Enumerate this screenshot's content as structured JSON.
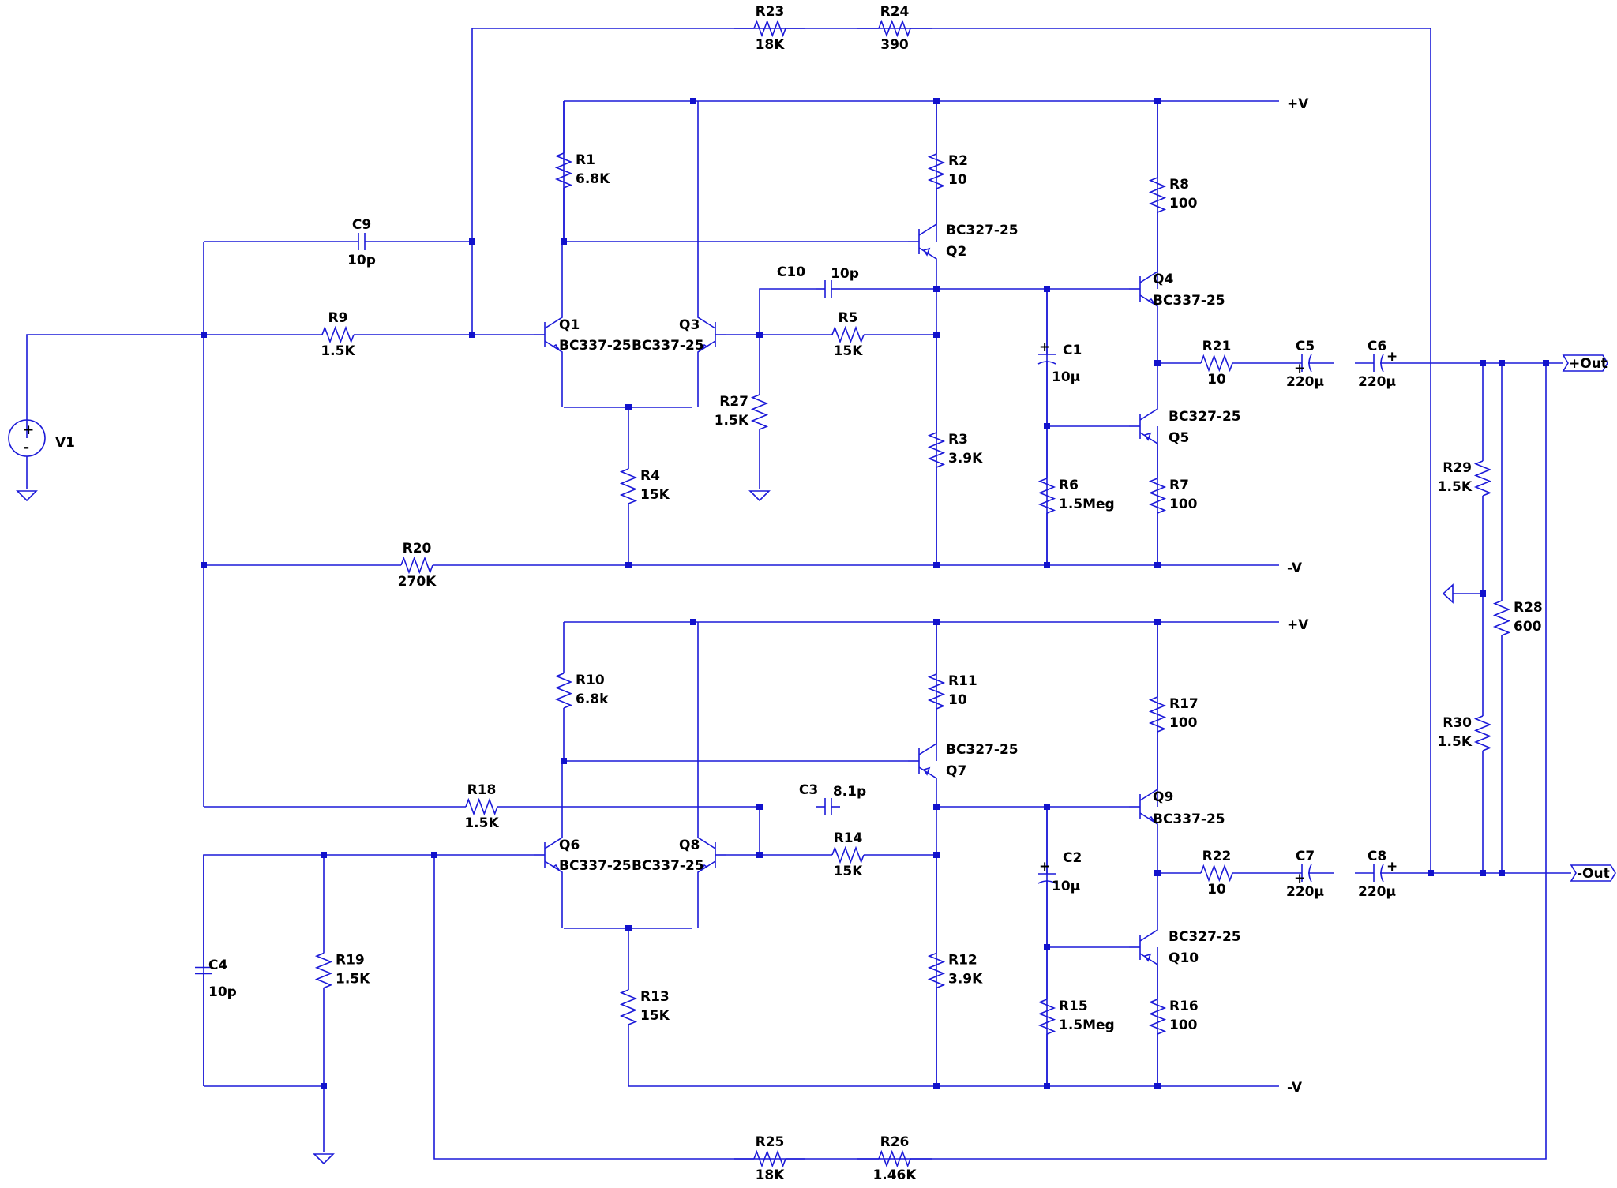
{
  "colors": {
    "wire": "#1c1ad8",
    "junction": "#1212cc",
    "label": "#000000",
    "background": "#ffffff"
  },
  "components": {
    "V1": {
      "ref": "V1"
    },
    "C9": {
      "ref": "C9",
      "value": "10p"
    },
    "R9": {
      "ref": "R9",
      "value": "1.5K"
    },
    "R20": {
      "ref": "R20",
      "value": "270K"
    },
    "R23": {
      "ref": "R23",
      "value": "18K"
    },
    "R24": {
      "ref": "R24",
      "value": "390"
    },
    "R1": {
      "ref": "R1",
      "value": "6.8K"
    },
    "R2": {
      "ref": "R2",
      "value": "10"
    },
    "R3": {
      "ref": "R3",
      "value": "3.9K"
    },
    "R4": {
      "ref": "R4",
      "value": "15K"
    },
    "R5": {
      "ref": "R5",
      "value": "15K"
    },
    "R6": {
      "ref": "R6",
      "value": "1.5Meg"
    },
    "R7": {
      "ref": "R7",
      "value": "100"
    },
    "R8": {
      "ref": "R8",
      "value": "100"
    },
    "R27": {
      "ref": "R27",
      "value": "1.5K"
    },
    "R21": {
      "ref": "R21",
      "value": "10"
    },
    "C10": {
      "ref": "C10",
      "value": "10p"
    },
    "C1": {
      "ref": "C1",
      "value": "10µ"
    },
    "C5": {
      "ref": "C5",
      "value": "220µ"
    },
    "C6": {
      "ref": "C6",
      "value": "220µ"
    },
    "Q1": {
      "ref": "Q1",
      "value": "BC337-25"
    },
    "Q2": {
      "ref": "Q2",
      "value": "BC327-25"
    },
    "Q3": {
      "ref": "Q3",
      "value": "BC337-25"
    },
    "Q4": {
      "ref": "Q4",
      "value": "BC337-25"
    },
    "Q5": {
      "ref": "Q5",
      "value": "BC327-25"
    },
    "R10": {
      "ref": "R10",
      "value": "6.8k"
    },
    "R11": {
      "ref": "R11",
      "value": "10"
    },
    "R12": {
      "ref": "R12",
      "value": "3.9K"
    },
    "R13": {
      "ref": "R13",
      "value": "15K"
    },
    "R14": {
      "ref": "R14",
      "value": "15K"
    },
    "R15": {
      "ref": "R15",
      "value": "1.5Meg"
    },
    "R16": {
      "ref": "R16",
      "value": "100"
    },
    "R17": {
      "ref": "R17",
      "value": "100"
    },
    "R18": {
      "ref": "R18",
      "value": "1.5K"
    },
    "R19": {
      "ref": "R19",
      "value": "1.5K"
    },
    "R22": {
      "ref": "R22",
      "value": "10"
    },
    "R25": {
      "ref": "R25",
      "value": "18K"
    },
    "R26": {
      "ref": "R26",
      "value": "1.46K"
    },
    "R28": {
      "ref": "R28",
      "value": "600"
    },
    "R29": {
      "ref": "R29",
      "value": "1.5K"
    },
    "R30": {
      "ref": "R30",
      "value": "1.5K"
    },
    "C2": {
      "ref": "C2",
      "value": "10µ"
    },
    "C3": {
      "ref": "C3",
      "value": "8.1p"
    },
    "C4": {
      "ref": "C4",
      "value": "10p"
    },
    "C7": {
      "ref": "C7",
      "value": "220µ"
    },
    "C8": {
      "ref": "C8",
      "value": "220µ"
    },
    "Q6": {
      "ref": "Q6",
      "value": "BC337-25"
    },
    "Q7": {
      "ref": "Q7",
      "value": "BC327-25"
    },
    "Q8": {
      "ref": "Q8",
      "value": "BC337-25"
    },
    "Q9": {
      "ref": "Q9",
      "value": "BC337-25"
    },
    "Q10": {
      "ref": "Q10",
      "value": "BC327-25"
    }
  },
  "nets": {
    "vpos_top": "+V",
    "vneg_top": "-V",
    "vpos_bot": "+V",
    "vneg_bot": "-V",
    "out_pos": "+Out",
    "out_neg": "-Out"
  }
}
